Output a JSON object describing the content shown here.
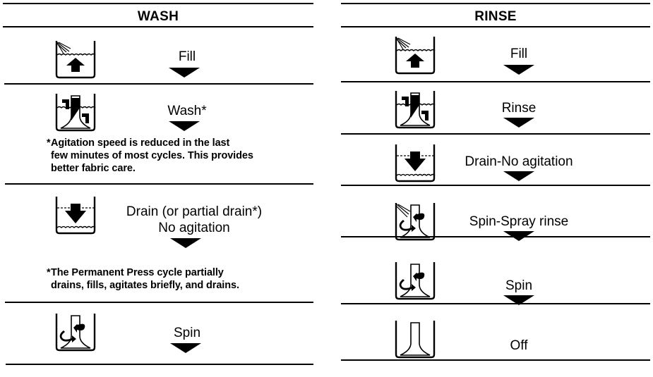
{
  "wash": {
    "title": "WASH",
    "steps": [
      {
        "icon": "fill-icon",
        "label": "Fill"
      },
      {
        "icon": "agitate-icon",
        "label": "Wash*"
      },
      {
        "icon": "drain-icon",
        "label_line1": "Drain (or partial drain*)",
        "label_line2": "No agitation"
      },
      {
        "icon": "spin-icon",
        "label": "Spin"
      }
    ],
    "footnotes": {
      "agitation": {
        "star": "*",
        "line1": "Agitation speed is reduced in the last",
        "line2": "few minutes of most cycles. This provides",
        "line3": "better fabric care."
      },
      "permanent_press": {
        "star": "*",
        "line1": "The Permanent Press cycle partially",
        "line2": "drains, fills, agitates briefly, and drains."
      }
    }
  },
  "rinse": {
    "title": "RINSE",
    "steps": [
      {
        "icon": "fill-icon",
        "label": "Fill"
      },
      {
        "icon": "agitate-icon",
        "label": "Rinse"
      },
      {
        "icon": "drain-icon",
        "label": "Drain-No agitation"
      },
      {
        "icon": "spin-spray-icon",
        "label": "Spin-Spray rinse"
      },
      {
        "icon": "spin-icon",
        "label": "Spin"
      },
      {
        "icon": "off-icon",
        "label": "Off"
      }
    ]
  }
}
